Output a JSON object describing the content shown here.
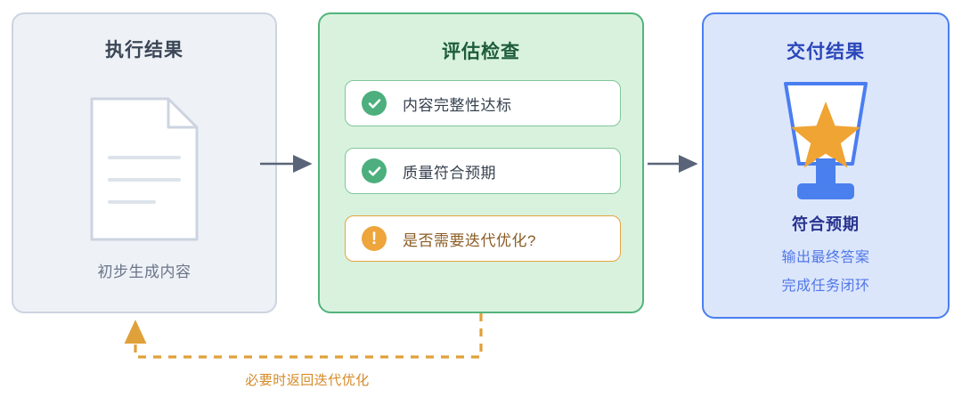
{
  "diagram": {
    "title_hidden": "",
    "colors": {
      "exec_bg": "#eef1f6",
      "exec_border": "#ccd4e0",
      "eval_bg": "#d9f2de",
      "eval_border": "#52b47c",
      "deliver_bg": "#dce6fb",
      "deliver_border": "#4a7ef0",
      "arrow": "#5a6478",
      "loop": "#e0a03a",
      "ok_badge": "#4caf7d",
      "warn_badge": "#eda53c",
      "star": "#efa433",
      "trophy_blue": "#4a7ef0"
    }
  },
  "exec_panel": {
    "title": "执行结果",
    "icon": "document-icon",
    "caption": "初步生成内容"
  },
  "eval_panel": {
    "title": "评估检查",
    "items": [
      {
        "icon": "check-circle-icon",
        "label": "内容完整性达标",
        "status": "ok"
      },
      {
        "icon": "check-circle-icon",
        "label": "质量符合预期",
        "status": "ok"
      },
      {
        "icon": "exclamation-circle-icon",
        "label": "是否需要迭代优化?",
        "status": "warn"
      }
    ]
  },
  "deliver_panel": {
    "title": "交付结果",
    "icon": "trophy-icon",
    "headline": "符合预期",
    "sub_line_1": "输出最终答案",
    "sub_line_2": "完成任务闭环"
  },
  "connectors": {
    "arrow_1": "arrow-right-icon",
    "arrow_2": "arrow-right-icon",
    "feedback_label": "必要时返回迭代优化"
  }
}
